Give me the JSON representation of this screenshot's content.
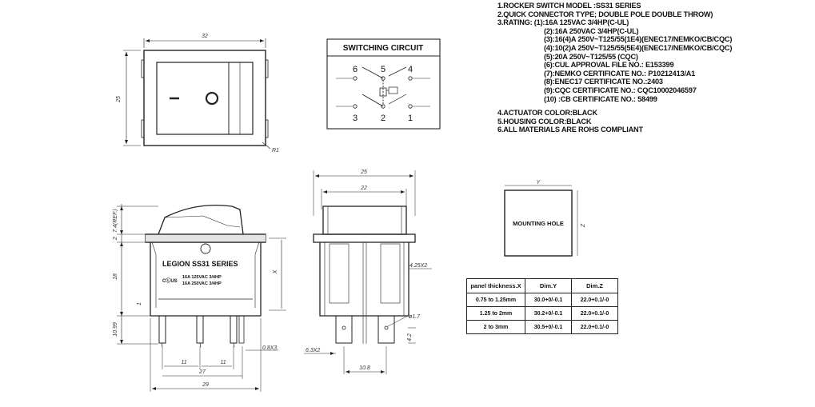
{
  "specs": {
    "lines": [
      "1.ROCKER SWITCH MODEL :SS31  SERIES",
      "2.QUICK CONNECTOR  TYPE; DOUBLE POLE DOUBLE THROW)",
      "3.RATING: (1):16A 125VAC 3/4HP(C-UL)"
    ],
    "rating_lines": [
      "(2):16A 250VAC 3/4HP(C-UL)",
      "(3):16(4)A 250V~T125/55(1E4)(ENEC17/NEMKO/CB/CQC)",
      "(4):10(2)A 250V~T125/55(5E4)(ENEC17/NEMKO/CB/CQC)",
      "(5):20A 250V~T125/55 (CQC)",
      "(6):CUL APPROVAL FILE NO.: E153399",
      "(7):NEMKO CERTIFICATE NO.: P10212413/A1",
      "(8):ENEC17 CERTIFICATE NO.:2403",
      "(9):CQC CERTIFICATE NO.: CQC10002046597",
      "(10) :CB CERTIFICATE NO.: 58499"
    ],
    "color_lines": [
      "4.ACTUATOR COLOR:BLACK",
      "5.HOUSING COLOR:BLACK",
      "6.ALL MATERIALS ARE ROHS COMPLIANT"
    ]
  },
  "circuit": {
    "title": "SWITCHING CIRCUIT",
    "top_pins": [
      "6",
      "5",
      "4"
    ],
    "bottom_pins": [
      "3",
      "2",
      "1"
    ]
  },
  "mounting": {
    "label": "MOUNTING HOLE",
    "dim_y": "Y",
    "dim_z": "Z"
  },
  "panel_table": {
    "headers": [
      "panel thickness.X",
      "Dim.Y",
      "Dim.Z"
    ],
    "rows": [
      [
        "0.75 to 1.25mm",
        "30.0+0/-0.1",
        "22.0+0.1/-0"
      ],
      [
        "1.25 to 2mm",
        "30.2+0/-0.1",
        "22.0+0.1/-0"
      ],
      [
        "2 to 3mm",
        "30.5+0/-0.1",
        "22.0+0.1/-0"
      ]
    ]
  },
  "front_view": {
    "dim_width": "32",
    "dim_height": "25",
    "dim_radius": "R1",
    "off_symbol": "I",
    "on_symbol": "O"
  },
  "side_view": {
    "brand_line": "LEGION SS31 SERIES",
    "rating_a": "16A 125VAC 3/4HP",
    "rating_b": "16A 250VAC 3/4HP",
    "cert_mark": "CⓁUS",
    "dim_actuator": "7.4(REF.)",
    "dim_top": "2",
    "dim_body": "18",
    "dim_step": "1",
    "dim_terminal": "10.99",
    "dim_pitch_a": "11",
    "dim_pitch_b": "11",
    "dim_span": "27",
    "dim_overall": "29",
    "dim_tab": "0.8X3",
    "dim_x": "X"
  },
  "end_view": {
    "dim_outer": "25",
    "dim_inner": "22",
    "dim_step": "4.25X2",
    "dim_hole": "ø1.7",
    "dim_hole_pos": "4.2",
    "dim_tab_w": "6.3X2",
    "dim_span": "10.8"
  }
}
